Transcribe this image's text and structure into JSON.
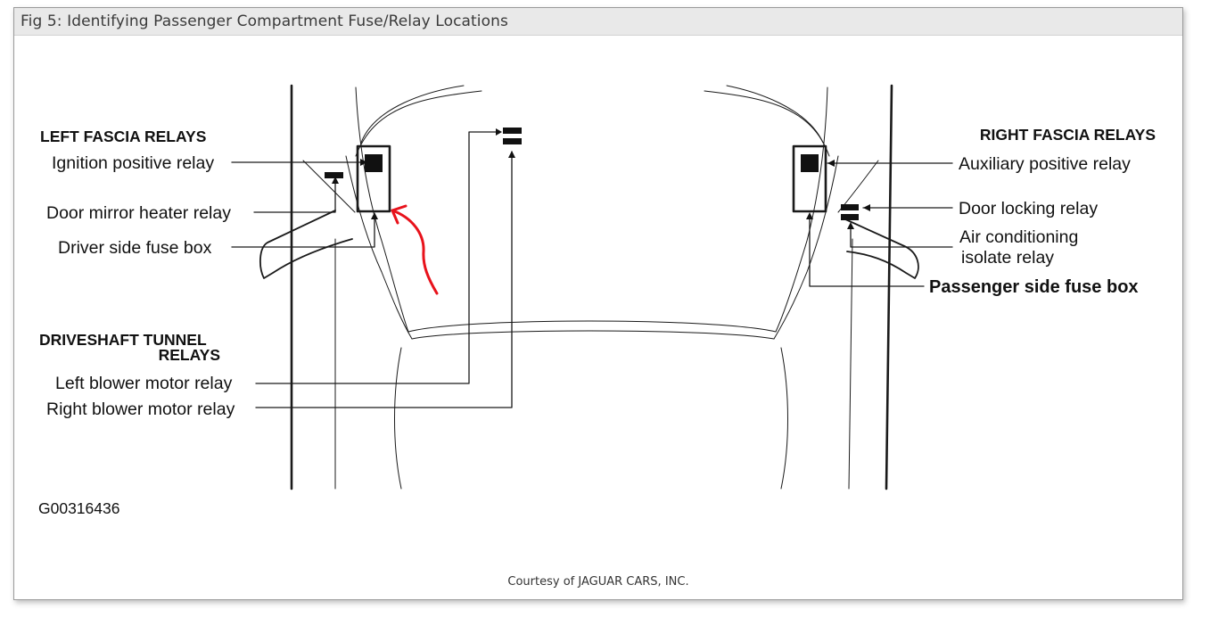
{
  "figure": {
    "title": "Fig 5: Identifying Passenger Compartment Fuse/Relay Locations",
    "courtesy": "Courtesy of JAGUAR CARS, INC."
  },
  "diagram": {
    "left_header": "LEFT FASCIA RELAYS",
    "right_header": "RIGHT FASCIA RELAYS",
    "tunnel_header_line1": "DRIVESHAFT TUNNEL",
    "tunnel_header_line2": "RELAYS",
    "labels": {
      "ignition_positive_relay": "Ignition positive relay",
      "door_mirror_heater_relay": "Door mirror heater relay",
      "driver_side_fuse_box": "Driver side fuse box",
      "left_blower_motor_relay": "Left blower motor relay",
      "right_blower_motor_relay": "Right blower motor relay",
      "auxiliary_positive_relay": "Auxiliary positive relay",
      "door_locking_relay": "Door locking relay",
      "air_conditioning_line1": "Air conditioning",
      "air_conditioning_line2": "isolate relay",
      "passenger_side_fuse_box": "Passenger side fuse box"
    },
    "code": "G00316436",
    "annotation_color": "#e8121b"
  }
}
